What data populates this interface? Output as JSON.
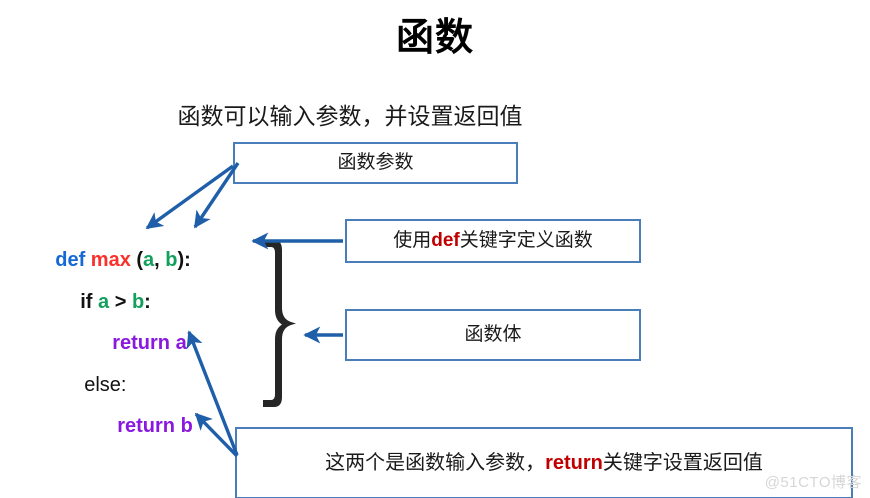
{
  "slide": {
    "title": "函数",
    "subtitle": "函数可以输入参数，并设置返回值",
    "watermark": "@51CTO博客",
    "background_color": "#ffffff"
  },
  "code": {
    "language": "python",
    "lines": [
      {
        "id": "def-line",
        "tokens": [
          {
            "text": "def",
            "role": "keyword",
            "color": "#1569D6"
          },
          {
            "text": " ",
            "role": "space",
            "color": "#111111"
          },
          {
            "text": "max",
            "role": "function-name",
            "color": "#F8312B"
          },
          {
            "text": " (",
            "role": "punctuation",
            "color": "#111111"
          },
          {
            "text": "a",
            "role": "parameter",
            "color": "#13A05C"
          },
          {
            "text": ", ",
            "role": "punctuation",
            "color": "#111111"
          },
          {
            "text": "b",
            "role": "parameter",
            "color": "#13A05C"
          },
          {
            "text": "):",
            "role": "punctuation",
            "color": "#111111"
          }
        ],
        "full_text": "def max (a, b):"
      },
      {
        "id": "if-line",
        "tokens": [
          {
            "text": "if ",
            "role": "keyword",
            "color": "#111111"
          },
          {
            "text": "a",
            "role": "parameter",
            "color": "#13A05C"
          },
          {
            "text": " > ",
            "role": "operator",
            "color": "#111111"
          },
          {
            "text": "b",
            "role": "parameter",
            "color": "#13A05C"
          },
          {
            "text": ":",
            "role": "punctuation",
            "color": "#111111"
          }
        ],
        "full_text": "if a > b:"
      },
      {
        "id": "return-a-line",
        "tokens": [
          {
            "text": "return a",
            "role": "keyword-return",
            "color": "#8B18E0"
          }
        ],
        "full_text": "return a"
      },
      {
        "id": "else-line",
        "tokens": [
          {
            "text": "else:",
            "role": "keyword",
            "color": "#111111"
          }
        ],
        "full_text": "else:"
      },
      {
        "id": "return-b-line",
        "tokens": [
          {
            "text": "return b",
            "role": "keyword-return",
            "color": "#8B18E0"
          }
        ],
        "full_text": "return b"
      }
    ]
  },
  "brace": {
    "glyph": "}",
    "color": "#262626",
    "spans_lines": [
      "if-line",
      "return-a-line",
      "else-line",
      "return-b-line"
    ]
  },
  "callouts": [
    {
      "id": "params",
      "text": "函数参数",
      "border_color": "#4A7EBB",
      "points_to": [
        "a",
        "b"
      ]
    },
    {
      "id": "def-keyword",
      "text_parts": [
        {
          "text": "使用 ",
          "emphasis": false
        },
        {
          "text": "def",
          "emphasis": true,
          "color": "#C00000"
        },
        {
          "text": " 关键字定义函数",
          "emphasis": false
        }
      ],
      "text": "使用 def 关键字定义函数",
      "border_color": "#4A7EBB",
      "points_to": [
        "def-line"
      ]
    },
    {
      "id": "function-body",
      "text": "函数体",
      "border_color": "#4A7EBB",
      "points_to": [
        "brace"
      ]
    },
    {
      "id": "return-explanation",
      "text_parts": [
        {
          "text": "这两个是函数输入参数，",
          "emphasis": false
        },
        {
          "text": "return",
          "emphasis": true,
          "color": "#C00000"
        },
        {
          "text": " 关键字设置返回值",
          "emphasis": false
        }
      ],
      "text": "这两个是函数输入参数，return 关键字设置返回值",
      "border_color": "#4A7EBB",
      "points_to": [
        "return-a-line",
        "return-b-line"
      ]
    }
  ],
  "arrows": {
    "color": "#1F5FA9",
    "count": 6,
    "descriptions": [
      "params-box to parameter a",
      "params-box to parameter b",
      "def-box to def line",
      "body-box to curly brace",
      "bottom-box to return a",
      "bottom-box to return b"
    ]
  }
}
